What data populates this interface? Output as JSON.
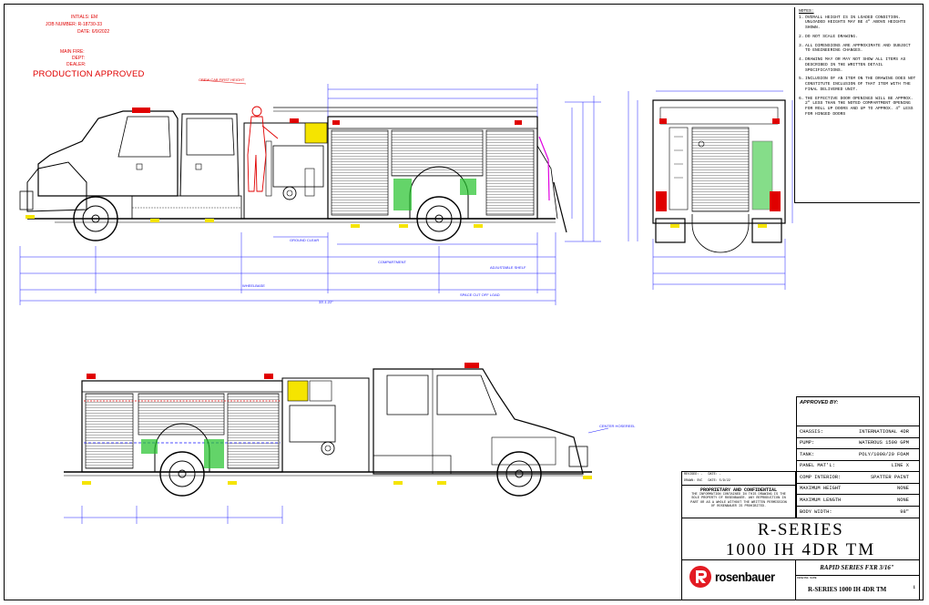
{
  "header": {
    "initials_label": "INTIALS:",
    "initials_value": "EM",
    "job_label": "JOB NUMBER:",
    "job_value": "R-18730-33",
    "date_label": "DATE:",
    "date_value": "6/9/2022",
    "main_fire_label": "MAIN FIRE:",
    "dept_label": "DEPT:",
    "dealer_label": "DEALER:",
    "production_approved": "PRODUCTION APPROVED"
  },
  "notes": {
    "title": "NOTES:",
    "items": [
      {
        "num": "1.",
        "text": "OVERALL HEIGHT IS IN LOADED CONDITION. UNLOADED HEIGHTS MAY BE 4\" ABOVE HEIGHTS SHOWN."
      },
      {
        "num": "2.",
        "text": "DO NOT SCALE DRAWING."
      },
      {
        "num": "3.",
        "text": "ALL DIMENSIONS ARE APPROXIMATE AND SUBJECT TO ENGINEERING CHANGES."
      },
      {
        "num": "4.",
        "text": "DRAWING MAY OR MAY NOT SHOW ALL ITEMS AS DESCRIBED IN THE WRITTEN DETAIL SPECIFICATIONS."
      },
      {
        "num": "5.",
        "text": "INCLUSION OF AN ITEM ON THE DRAWING DOES NOT CONSTITUTE INCLUSION OF THAT ITEM WITH THE FINAL DELIVERED UNIT."
      },
      {
        "num": "6.",
        "text": "THE EFFECTIVE DOOR OPENINGS WILL BE APPROX. 2\" LESS THAN THE NOTED COMPARTMENT OPENING FOR ROLL UP DOORS AND UP TO APPROX. 4\" LESS FOR HINGED DOORS"
      }
    ]
  },
  "title_block": {
    "approved_by": "APPROVED BY:",
    "rows": [
      {
        "key": "CHASSIS:",
        "value": "INTERNATIONAL 4DR"
      },
      {
        "key": "PUMP:",
        "value": "WATEROUS 1500 GPM"
      },
      {
        "key": "TANK:",
        "value": "POLY/1000/20 FOAM"
      },
      {
        "key": "PANEL MAT'L:",
        "value": "LINE X"
      },
      {
        "key": "COMP INTERIOR:",
        "value": "SPATTER PAINT"
      },
      {
        "key": "MAXIMUM HEIGHT",
        "value": "NONE"
      },
      {
        "key": "MAXIMUM LENGTH",
        "value": "NONE"
      },
      {
        "key": "BODY WIDTH:",
        "value": "98\""
      }
    ]
  },
  "revision": {
    "revised": "REVISED: -",
    "date1": "DATE: -",
    "drawn": "DRAWN: SVC",
    "date2": "DATE: 5/9/22"
  },
  "confidential": {
    "heading": "PROPRIETARY AND CONFIDENTIAL",
    "body": "THE INFORMATION CONTAINED IN THIS DRAWING IS THE SOLE PROPERTY OF ROSENBAUER. ANY REPRODUCTION IN PART OR AS A WHOLE WITHOUT THE WRITTEN PERMISSION OF ROSENBAUER IS PROHIBITED."
  },
  "title": {
    "line1": "R-SERIES",
    "line2": "1000 IH 4DR TM"
  },
  "footer": {
    "series": "RAPID SERIES FXR 3/16\"",
    "name_label": "DRAWING NAME",
    "name_value": "R-SERIES 1000 IH 4DR TM",
    "page": "1",
    "logo": "rosenbauer"
  },
  "annotations": {
    "top_total_length": "33'-1.22\"",
    "front_note": "CREW CAB FIRST HEIGHT",
    "bottom_note": "CENTER HOSEREEL",
    "compartment_note": "COMPARTMENT",
    "step_note": "ADJUSTABLE SHELF",
    "ground_clear": "GROUND CLEAR",
    "wheelbase": "WHEELBASE",
    "cab_note": "SPACE CUT OFF LOAD"
  },
  "colors": {
    "line": "#000000",
    "dimension": "#1a1aff",
    "red": "#e00000",
    "yellow": "#f5e400",
    "green": "#22c22a",
    "magenta": "#e000e0",
    "logo_red": "#e31b23"
  }
}
